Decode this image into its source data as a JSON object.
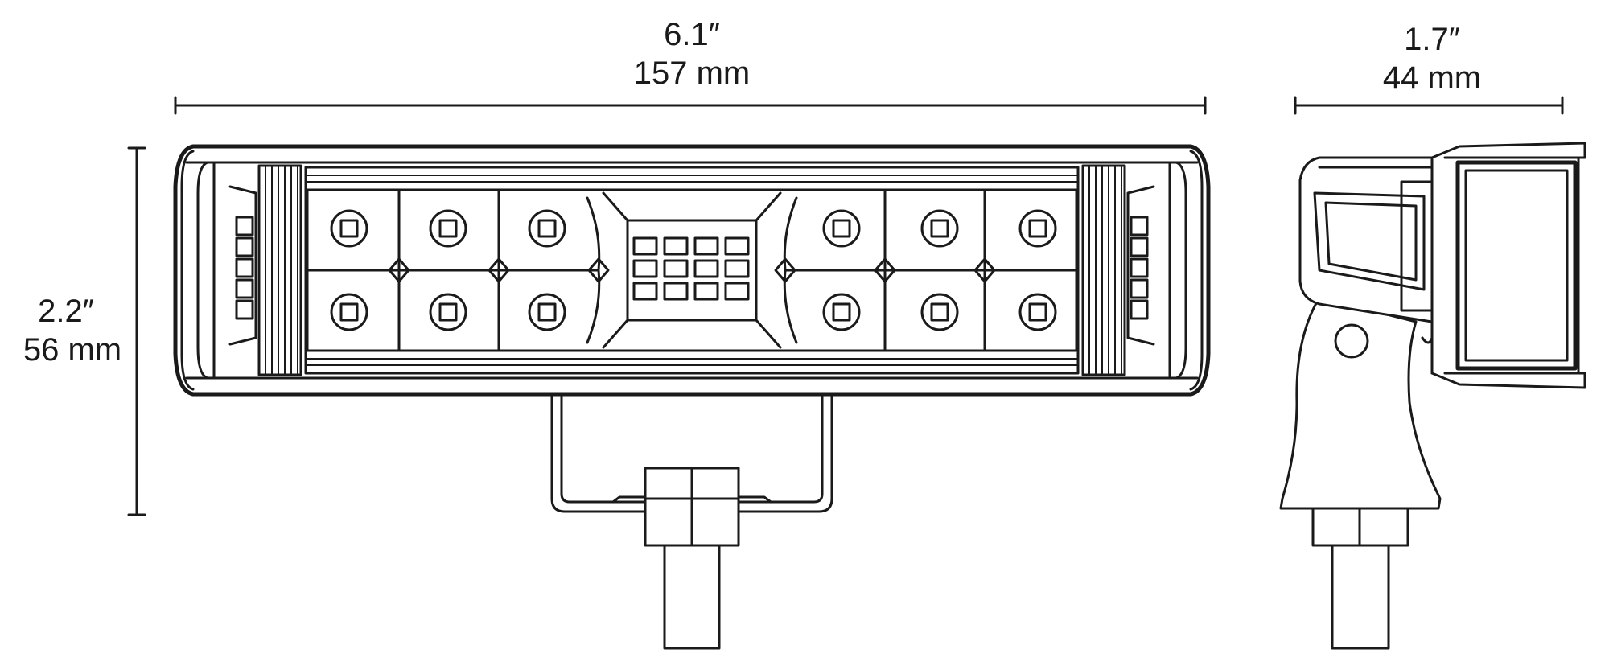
{
  "dimensions": {
    "front_width": {
      "imperial": "6.1″",
      "metric": "157 mm"
    },
    "side_depth": {
      "imperial": "1.7″",
      "metric": "44 mm"
    },
    "height": {
      "imperial": "2.2″",
      "metric": "56 mm"
    }
  },
  "colors": {
    "line": "#1a1a1a",
    "background": "#ffffff"
  }
}
